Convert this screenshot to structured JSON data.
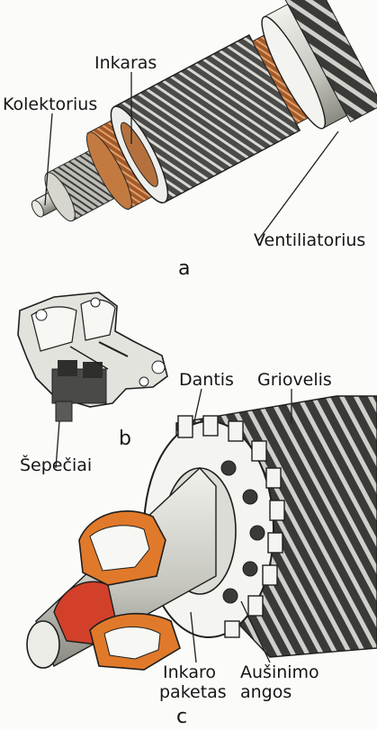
{
  "figure": {
    "panel_a": {
      "letter": "a",
      "labels": {
        "kolektorius": "Kolektorius",
        "inkaras": "Inkaras",
        "ventiliatorius": "Ventiliatorius"
      }
    },
    "panel_b": {
      "letter": "b",
      "labels": {
        "sepeciai": "Šepečiai"
      }
    },
    "panel_c": {
      "letter": "c",
      "labels": {
        "dantis": "Dantis",
        "griovelis": "Griovelis",
        "inkaro_paketas_1": "Inkaro",
        "inkaro_paketas_2": "paketas",
        "ausinimo_angos_1": "Aušinimo",
        "ausinimo_angos_2": "angos"
      }
    }
  },
  "colors": {
    "winding_copper": "#b0652f",
    "winding_orange": "#e07a2a",
    "steel_dark": "#3a3a3a",
    "steel_light": "#dcdcd6",
    "red_accent": "#d2402a",
    "paper": "#fbfbf9"
  }
}
